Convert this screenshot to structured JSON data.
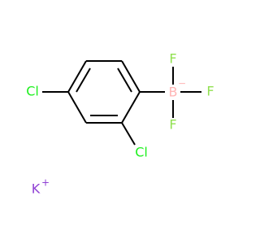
{
  "structure": {
    "atoms": {
      "cl_para": "Cl",
      "cl_ortho": "Cl",
      "boron": "B",
      "boron_charge": "−",
      "f_top": "F",
      "f_right": "F",
      "f_bottom": "F",
      "potassium": "K",
      "potassium_charge": "+"
    },
    "colors": {
      "chlorine": "#1FF01F",
      "boron": "#FFB5B5",
      "fluorine": "#90E050",
      "potassium": "#8F40D4",
      "bond": "#000000"
    }
  }
}
